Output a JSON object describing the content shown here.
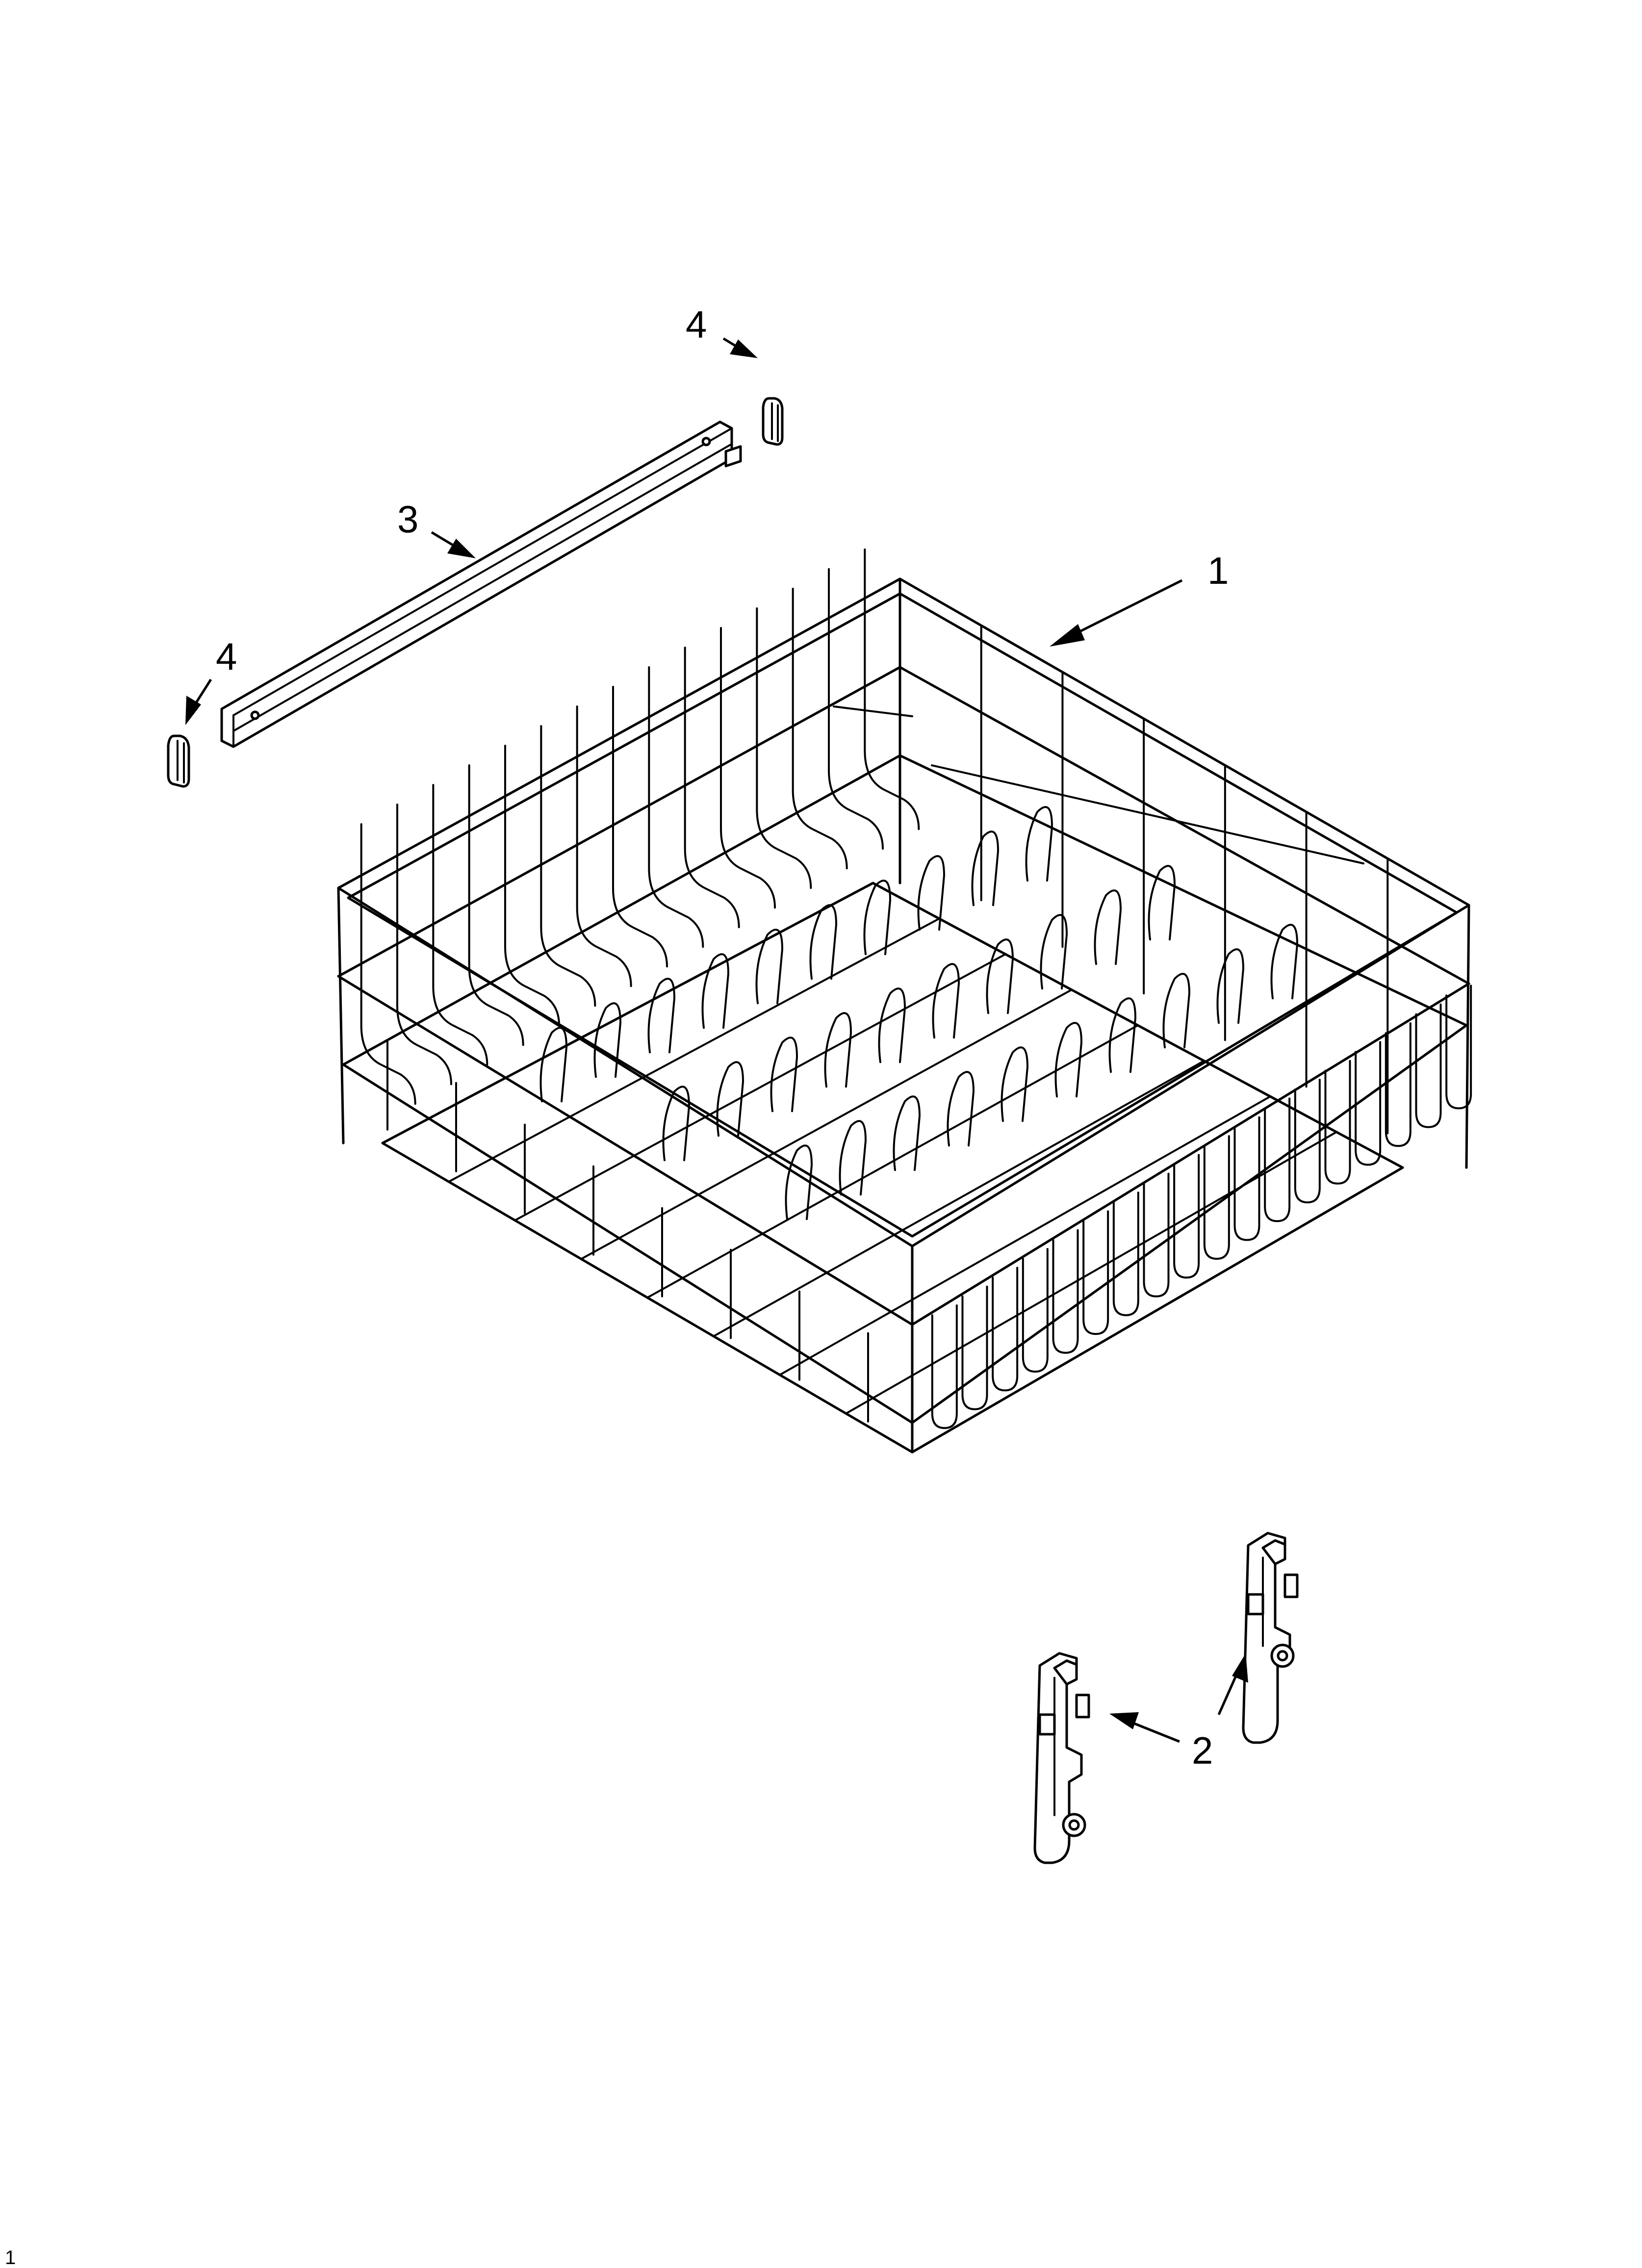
{
  "callouts": [
    {
      "id": "1",
      "label": "1"
    },
    {
      "id": "2",
      "label": "2"
    },
    {
      "id": "3",
      "label": "3"
    },
    {
      "id": "4a",
      "label": "4"
    },
    {
      "id": "4b",
      "label": "4"
    }
  ],
  "parts": {
    "rack": "dishrack",
    "adjuster": "rack-adjuster",
    "rail": "rack-rail",
    "end_cap": "rail-end-cap"
  },
  "colors": {
    "line": "#000000",
    "background": "#ffffff"
  },
  "page_number": "1"
}
